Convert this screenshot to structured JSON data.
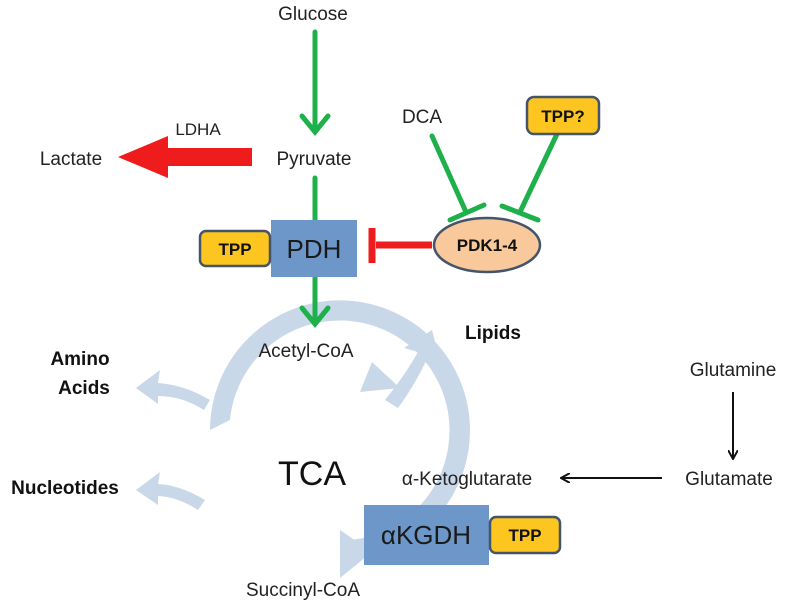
{
  "colors": {
    "green_arrow": "#1db04b",
    "red_arrow": "#ee1c1c",
    "enzyme_box": "#6d97c8",
    "tpp_box": "#fcc51f",
    "tpp_border": "#44546a",
    "pdk_ellipse": "#f9c89b",
    "tca_cycle": "#c6d6e8"
  },
  "nodes": {
    "glucose": "Glucose",
    "pyruvate": "Pyruvate",
    "lactate": "Lactate",
    "ldha": "LDHA",
    "dca": "DCA",
    "tpp_question": "TPP?",
    "pdk": "PDK1-4",
    "pdh": "PDH",
    "tpp_pdh": "TPP",
    "acetyl_coa": "Acetyl-CoA",
    "lipids": "Lipids",
    "amino_acids_line1": "Amino",
    "amino_acids_line2": "Acids",
    "glutamine": "Glutamine",
    "glutamate": "Glutamate",
    "tca": "TCA",
    "akg": "α-Ketoglutarate",
    "nucleotides": "Nucleotides",
    "akgdh": "αKGDH",
    "tpp_akgdh": "TPP",
    "succinyl_coa": "Succinyl-CoA"
  }
}
